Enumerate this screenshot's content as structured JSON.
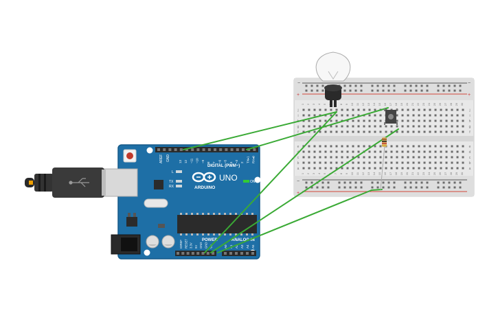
{
  "arduino": {
    "brand": "ARDUINO",
    "model": "UNO",
    "digital_label": "DIGITAL (PWM~)",
    "power_label": "POWER",
    "analog_label": "ANALOG IN",
    "on_label": "ON",
    "led_l": "L",
    "led_tx": "TX",
    "led_rx": "RX",
    "aref": "AREF",
    "gnd": "GND",
    "digital_pins": [
      "13",
      "12",
      "~11",
      "~10",
      "~9",
      "8",
      "7",
      "~6",
      "~5",
      "4",
      "~3",
      "2",
      "TX▸1",
      "RX◂0"
    ],
    "power_pins": [
      "IOREF",
      "RESET",
      "3.3V",
      "5V",
      "GND",
      "GND",
      "Vin"
    ],
    "analog_pins": [
      "A0",
      "A1",
      "A2",
      "A3",
      "A4",
      "A5"
    ]
  },
  "breadboard": {
    "column_numbers": [
      "1",
      "2",
      "3",
      "4",
      "5",
      "6",
      "7",
      "8",
      "9",
      "10",
      "11",
      "12",
      "13",
      "14",
      "15",
      "16",
      "17",
      "18",
      "19",
      "20",
      "21",
      "22",
      "23",
      "24",
      "25",
      "26",
      "27",
      "28",
      "29",
      "30"
    ],
    "rows_top": [
      "j",
      "i",
      "h",
      "g",
      "f"
    ],
    "rows_bottom": [
      "e",
      "d",
      "c",
      "b",
      "a"
    ],
    "rail_plus": "+",
    "rail_minus": "−"
  },
  "colors": {
    "board": "#1e6fa6",
    "board_edge": "#165a88",
    "wire": "#3aaa35",
    "breadboard": "#e6e6e6",
    "rail_red": "#d2453a",
    "rail_dark": "#555555"
  },
  "icons": [
    "usb-cable-icon",
    "light-bulb-icon",
    "pushbutton-icon",
    "resistor-icon",
    "arduino-logo-icon"
  ]
}
